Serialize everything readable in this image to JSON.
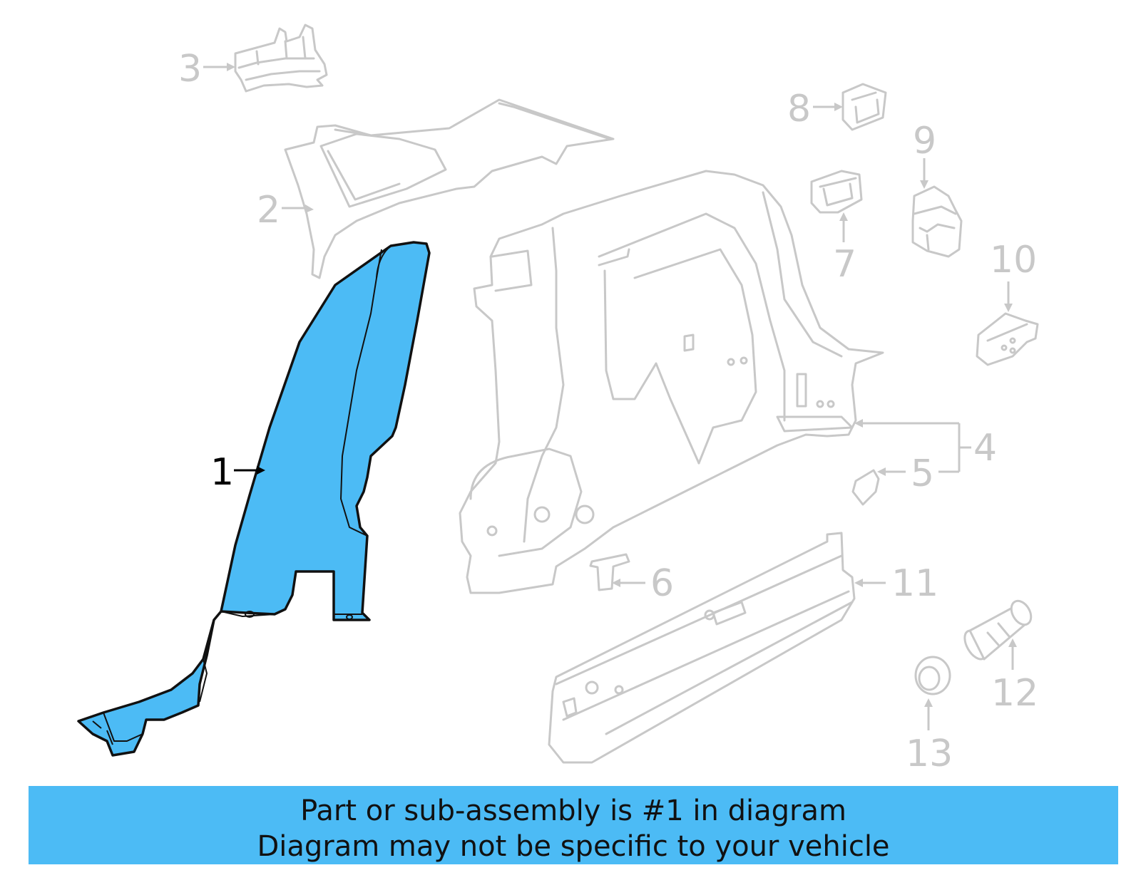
{
  "callouts": [
    {
      "id": "1",
      "label": "1",
      "highlighted": true
    },
    {
      "id": "2",
      "label": "2",
      "highlighted": false
    },
    {
      "id": "3",
      "label": "3",
      "highlighted": false
    },
    {
      "id": "4",
      "label": "4",
      "highlighted": false
    },
    {
      "id": "5",
      "label": "5",
      "highlighted": false
    },
    {
      "id": "6",
      "label": "6",
      "highlighted": false
    },
    {
      "id": "7",
      "label": "7",
      "highlighted": false
    },
    {
      "id": "8",
      "label": "8",
      "highlighted": false
    },
    {
      "id": "9",
      "label": "9",
      "highlighted": false
    },
    {
      "id": "10",
      "label": "10",
      "highlighted": false
    },
    {
      "id": "11",
      "label": "11",
      "highlighted": false
    },
    {
      "id": "12",
      "label": "12",
      "highlighted": false
    },
    {
      "id": "13",
      "label": "13",
      "highlighted": false
    }
  ],
  "banner": {
    "line1": "Part or sub-assembly is #1 in diagram",
    "line2": "Diagram may not be specific to your vehicle"
  },
  "colors": {
    "highlight": "#4cbbf5",
    "outline_gray": "#c8c8c8",
    "outline_dark": "#111111"
  }
}
